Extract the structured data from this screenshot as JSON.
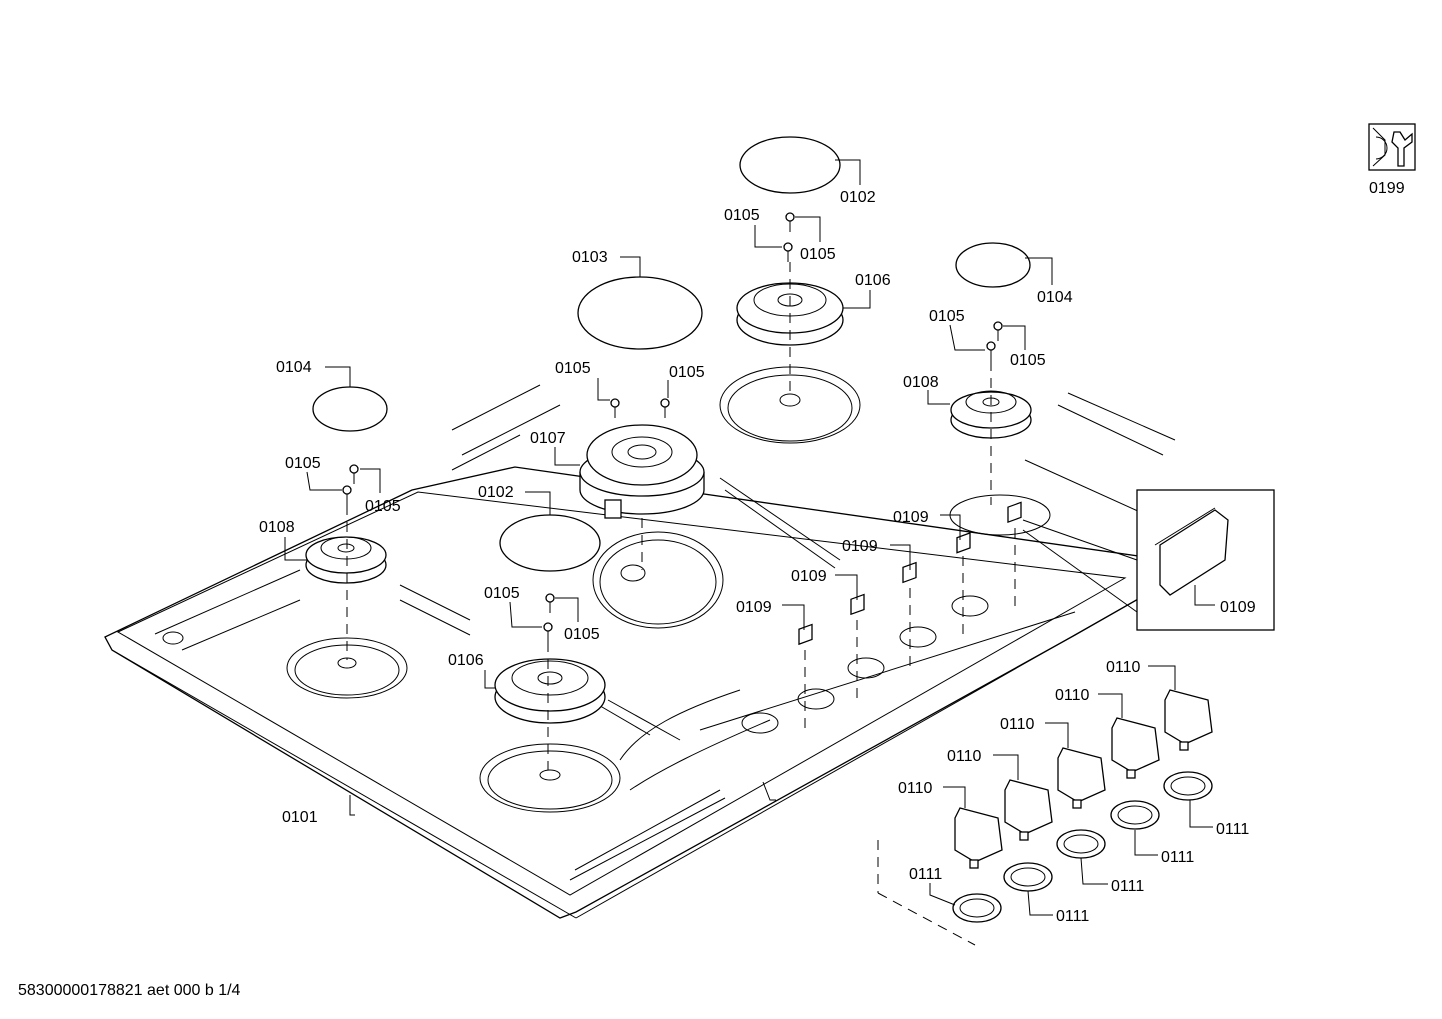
{
  "labels": {
    "l0101": "0101",
    "l0102a": "0102",
    "l0102b": "0102",
    "l0103": "0103",
    "l0104a": "0104",
    "l0104b": "0104",
    "l0105_1": "0105",
    "l0105_2": "0105",
    "l0105_3": "0105",
    "l0105_4": "0105",
    "l0105_5": "0105",
    "l0105_6": "0105",
    "l0105_7": "0105",
    "l0105_8": "0105",
    "l0105_9": "0105",
    "l0105_10": "0105",
    "l0106a": "0106",
    "l0106b": "0106",
    "l0107": "0107",
    "l0108a": "0108",
    "l0108b": "0108",
    "l0109_1": "0109",
    "l0109_2": "0109",
    "l0109_3": "0109",
    "l0109_4": "0109",
    "l0109_5": "0109",
    "l0110_1": "0110",
    "l0110_2": "0110",
    "l0110_3": "0110",
    "l0110_4": "0110",
    "l0110_5": "0110",
    "l0111_1": "0111",
    "l0111_2": "0111",
    "l0111_3": "0111",
    "l0111_4": "0111",
    "l0111_5": "0111",
    "l0199": "0199"
  },
  "footer": "58300000178821 aet 000 b 1/4",
  "icons": {
    "tool": "wrench-service-icon"
  }
}
